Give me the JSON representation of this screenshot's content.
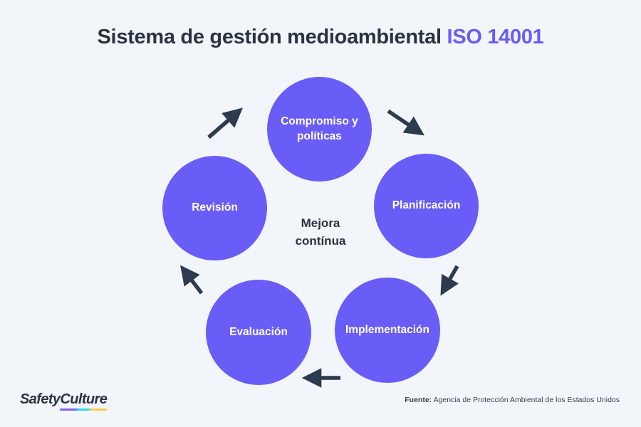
{
  "title": {
    "main": "Sistema de gestión medioambiental ",
    "accent": "ISO 14001"
  },
  "colors": {
    "background": "#f2f5fa",
    "circle": "#6a5cf7",
    "accent": "#6a5cf7",
    "text_dark": "#2b3341",
    "arrow": "#2e3a4d",
    "label_text": "#ffffff"
  },
  "diagram": {
    "type": "cycle",
    "center_label_line1": "Mejora",
    "center_label_line2": "contínua",
    "nodes": [
      {
        "id": "compromiso",
        "label_line1": "Compromiso y",
        "label_line2": "políticas"
      },
      {
        "id": "planificacion",
        "label_line1": "Planificación",
        "label_line2": ""
      },
      {
        "id": "implementacion",
        "label_line1": "Implementación",
        "label_line2": ""
      },
      {
        "id": "evaluacion",
        "label_line1": "Evaluación",
        "label_line2": ""
      },
      {
        "id": "revision",
        "label_line1": "Revisión",
        "label_line2": ""
      }
    ],
    "arrows": [
      {
        "id": "compromiso-to-planificacion",
        "direction": "down-right"
      },
      {
        "id": "planificacion-to-implementacion",
        "direction": "down-left"
      },
      {
        "id": "implementacion-to-evaluacion",
        "direction": "left"
      },
      {
        "id": "evaluacion-to-revision",
        "direction": "up-left"
      },
      {
        "id": "revision-to-compromiso",
        "direction": "up-right"
      }
    ]
  },
  "footer": {
    "logo_part1": "Safety",
    "logo_part2": "Culture",
    "source_label": "Fuente:",
    "source_text": " Agencia de Protección Ambiental de los Estados Unidos"
  }
}
